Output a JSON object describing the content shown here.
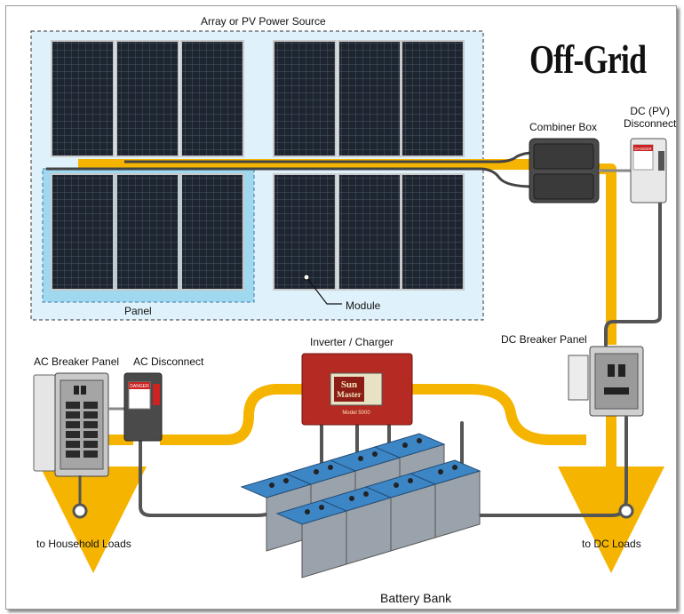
{
  "diagram": {
    "title": "Off-Grid",
    "labels": {
      "array": "Array or PV Power Source",
      "combiner_box": "Combiner Box",
      "dc_disconnect": "DC (PV)\nDisconnect",
      "panel": "Panel",
      "module": "Module",
      "inverter_charger": "Inverter  /  Charger",
      "dc_breaker_panel": "DC  Breaker Panel",
      "ac_breaker_panel": "AC Breaker Panel",
      "ac_disconnect": "AC Disconnect",
      "household_loads": "to Household Loads",
      "dc_loads": "to DC Loads",
      "battery_bank": "Battery Bank"
    },
    "inverter_brand": {
      "line1": "Sun",
      "line2": "Master",
      "model": "Model 5000"
    },
    "warning_tag": "DANGER",
    "colors": {
      "wire": "#f5b400",
      "cable": "#555555",
      "panel_bg": "#dff2fb",
      "panel_highlight": "#9fd8ef",
      "inverter": "#b52a22",
      "battery": "#3d86c6",
      "solar_cell": "#1d2530"
    }
  }
}
